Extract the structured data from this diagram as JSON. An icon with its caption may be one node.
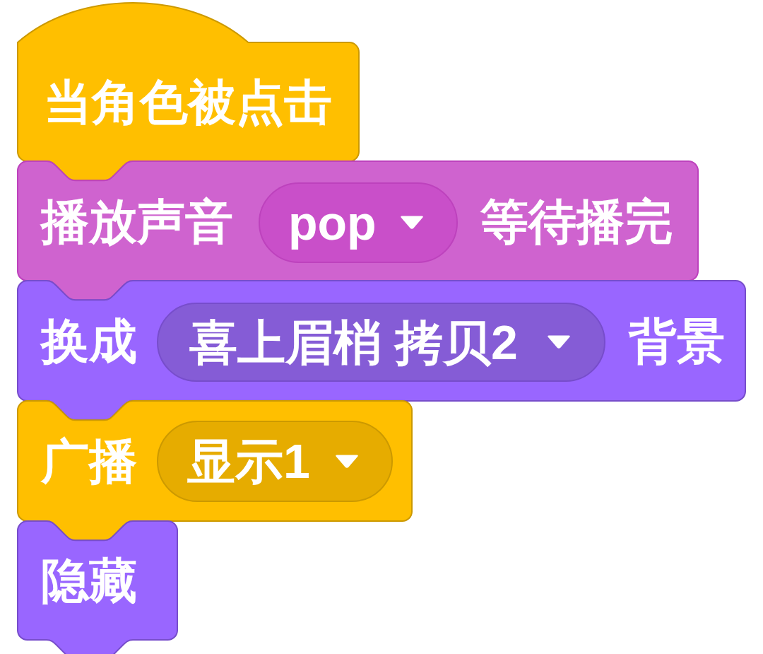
{
  "diagram": {
    "nodes": [
      {
        "text": [
          "当角色被点击"
        ]
      },
      {
        "text": [
          "播放声音",
          "等待播完"
        ]
      },
      {
        "text": [
          "pop"
        ],
        "in": 1
      },
      {
        "text": [
          "换成",
          "背景"
        ]
      },
      {
        "text": [
          "喜上眉梢 拷贝2"
        ],
        "in": 3
      },
      {
        "text": [
          "广播"
        ]
      },
      {
        "text": [
          "显示1"
        ],
        "in": 5
      },
      {
        "text": [
          "隐藏"
        ]
      }
    ]
  }
}
